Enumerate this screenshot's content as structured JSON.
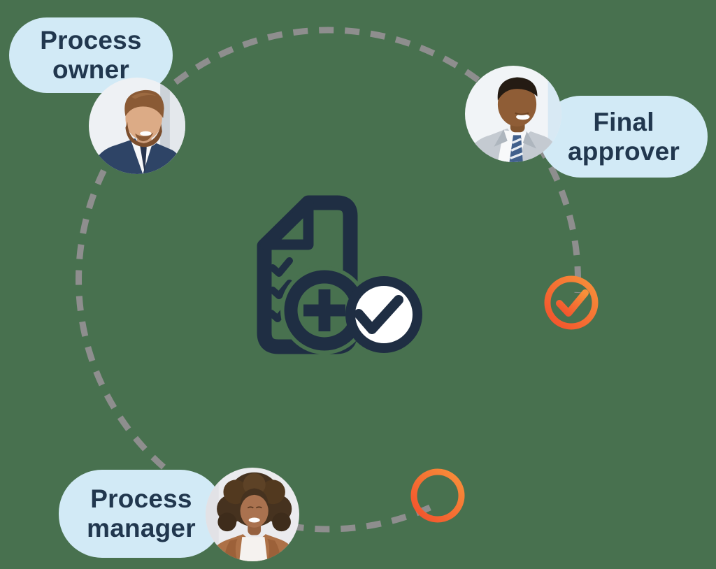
{
  "diagram_type": "process-approval-roles-illustration",
  "roles": [
    {
      "id": "process-owner",
      "line1": "Process",
      "line2": "owner"
    },
    {
      "id": "final-approver",
      "line1": "Final",
      "line2": "approver"
    },
    {
      "id": "process-manager",
      "line1": "Process",
      "line2": "manager"
    }
  ],
  "icons": {
    "center": "document-checklist-add-approve-icon",
    "right": "check-circle-icon",
    "bottom": "plus-circle-icon",
    "path": "dashed-circle-connector"
  },
  "colors": {
    "background": "#48714f",
    "pill_background": "#d2eaf6",
    "pill_text": "#21374e",
    "icon_navy": "#1f2e43",
    "dash_gray": "#8e8e8e",
    "accent_orange_start": "#f2502c",
    "accent_orange_end": "#f8913a"
  }
}
